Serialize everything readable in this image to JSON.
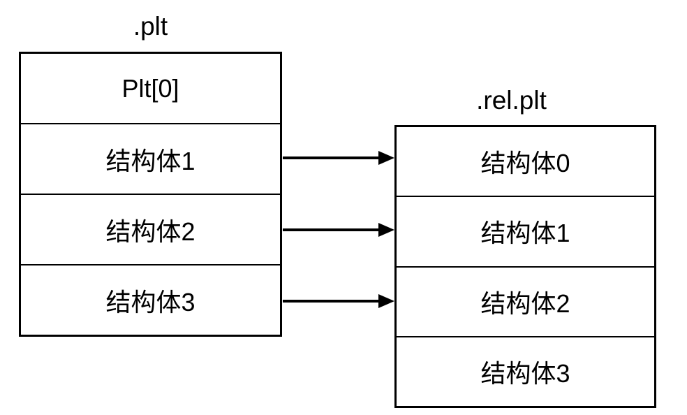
{
  "diagram": {
    "plt_box": {
      "title": ".plt",
      "rows": [
        "Plt[0]",
        "结构体1",
        "结构体2",
        "结构体3"
      ]
    },
    "rel_plt_box": {
      "title": ".rel.plt",
      "rows": [
        "结构体0",
        "结构体1",
        "结构体2",
        "结构体3"
      ]
    },
    "connections": [
      {
        "from": "plt:结构体1",
        "to": "rel.plt:结构体0"
      },
      {
        "from": "plt:结构体2",
        "to": "rel.plt:结构体1"
      },
      {
        "from": "plt:结构体3",
        "to": "rel.plt:结构体2"
      }
    ],
    "colors": {
      "line": "#000000",
      "text": "#000000",
      "background": "#ffffff"
    }
  }
}
